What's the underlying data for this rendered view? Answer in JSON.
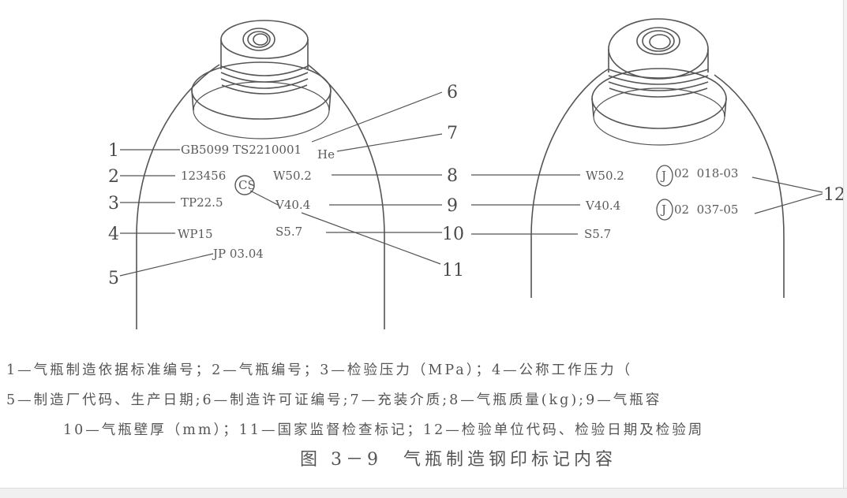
{
  "figure": {
    "left_cylinder": {
      "stamps": {
        "standard": "GB5099",
        "license": "TS2210001",
        "medium": "He",
        "serial": "123456",
        "test_pressure": "TP22.5",
        "work_pressure": "WP15",
        "maker_date": "JP 03.04",
        "mass": "W50.2",
        "volume": "V40.4",
        "wall": "S5.7",
        "cs_mark": "CS"
      }
    },
    "right_cylinder": {
      "stamps": {
        "mass": "W50.2",
        "volume": "V40.4",
        "wall": "S5.7",
        "inspection_1": "02  018-03",
        "inspection_2": "02  037-05",
        "inspection_mark": "J"
      }
    },
    "callouts": [
      "1",
      "2",
      "3",
      "4",
      "5",
      "6",
      "7",
      "8",
      "9",
      "10",
      "11",
      "12"
    ]
  },
  "caption": {
    "line1": "1—气瓶制造依据标准编号；2—气瓶编号；3—检验压力（MPa）；4—公称工作压力（",
    "line2": "5—制造厂代码、生产日期;6—制造许可证编号;7—充装介质;8—气瓶质量(kg);9—气瓶容",
    "line3": "10—气瓶壁厚（mm）；11—国家监督检查标记；12—检验单位代码、检验日期及检验周",
    "title": "图 3－9　气瓶制造钢印标记内容"
  }
}
